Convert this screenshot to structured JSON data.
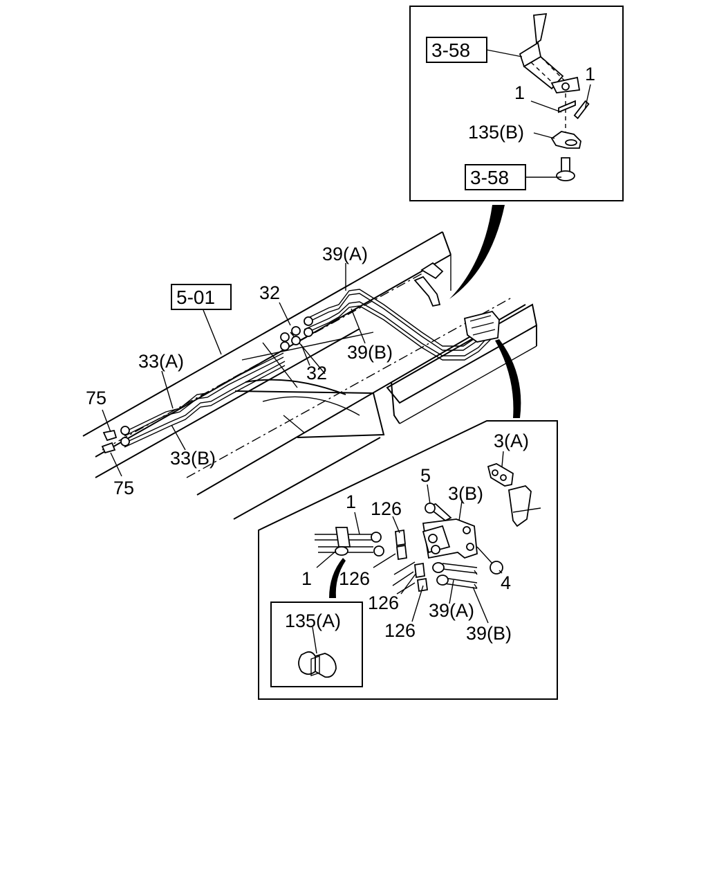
{
  "refs": {
    "ref_top_1": "3-58",
    "ref_top_2": "3-58",
    "ref_main": "5-01"
  },
  "labels": {
    "detail_top_1a": "1",
    "detail_top_1b": "1",
    "detail_top_135b": "135(B)",
    "main_39a": "39(A)",
    "main_32_top": "32",
    "main_32_bottom": "32",
    "main_39b": "39(B)",
    "main_33a": "33(A)",
    "main_33b": "33(B)",
    "main_75_top": "75",
    "main_75_bottom": "75",
    "detail_3a": "3(A)",
    "detail_5": "5",
    "detail_3b": "3(B)",
    "detail_1_top": "1",
    "detail_126_top": "126",
    "detail_1_bottom": "1",
    "detail_126_mid": "126",
    "detail_4": "4",
    "detail_126_low": "126",
    "detail_39a": "39(A)",
    "detail_126_bottom": "126",
    "detail_39b": "39(B)",
    "inset_135a": "135(A)"
  }
}
